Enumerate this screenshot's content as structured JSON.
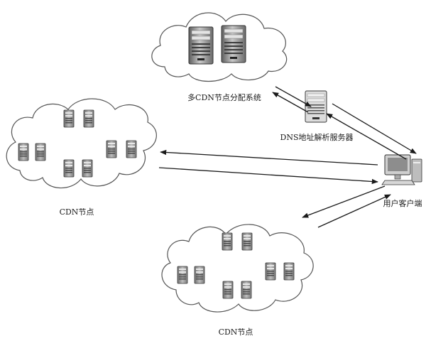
{
  "labels": {
    "cdn_allocation_system": "多CDN节点分配系统",
    "dns_server": "DNS地址解析服务器",
    "user_client": "用户客户端",
    "cdn_node_left": "CDN节点",
    "cdn_node_bottom": "CDN节点"
  },
  "icons": {
    "server": "server-tower-icon",
    "client": "desktop-computer-icon"
  },
  "colors": {
    "cloud_stroke": "#555555",
    "server_body": "#9a9a9a",
    "arrow": "#1a1a1a"
  }
}
